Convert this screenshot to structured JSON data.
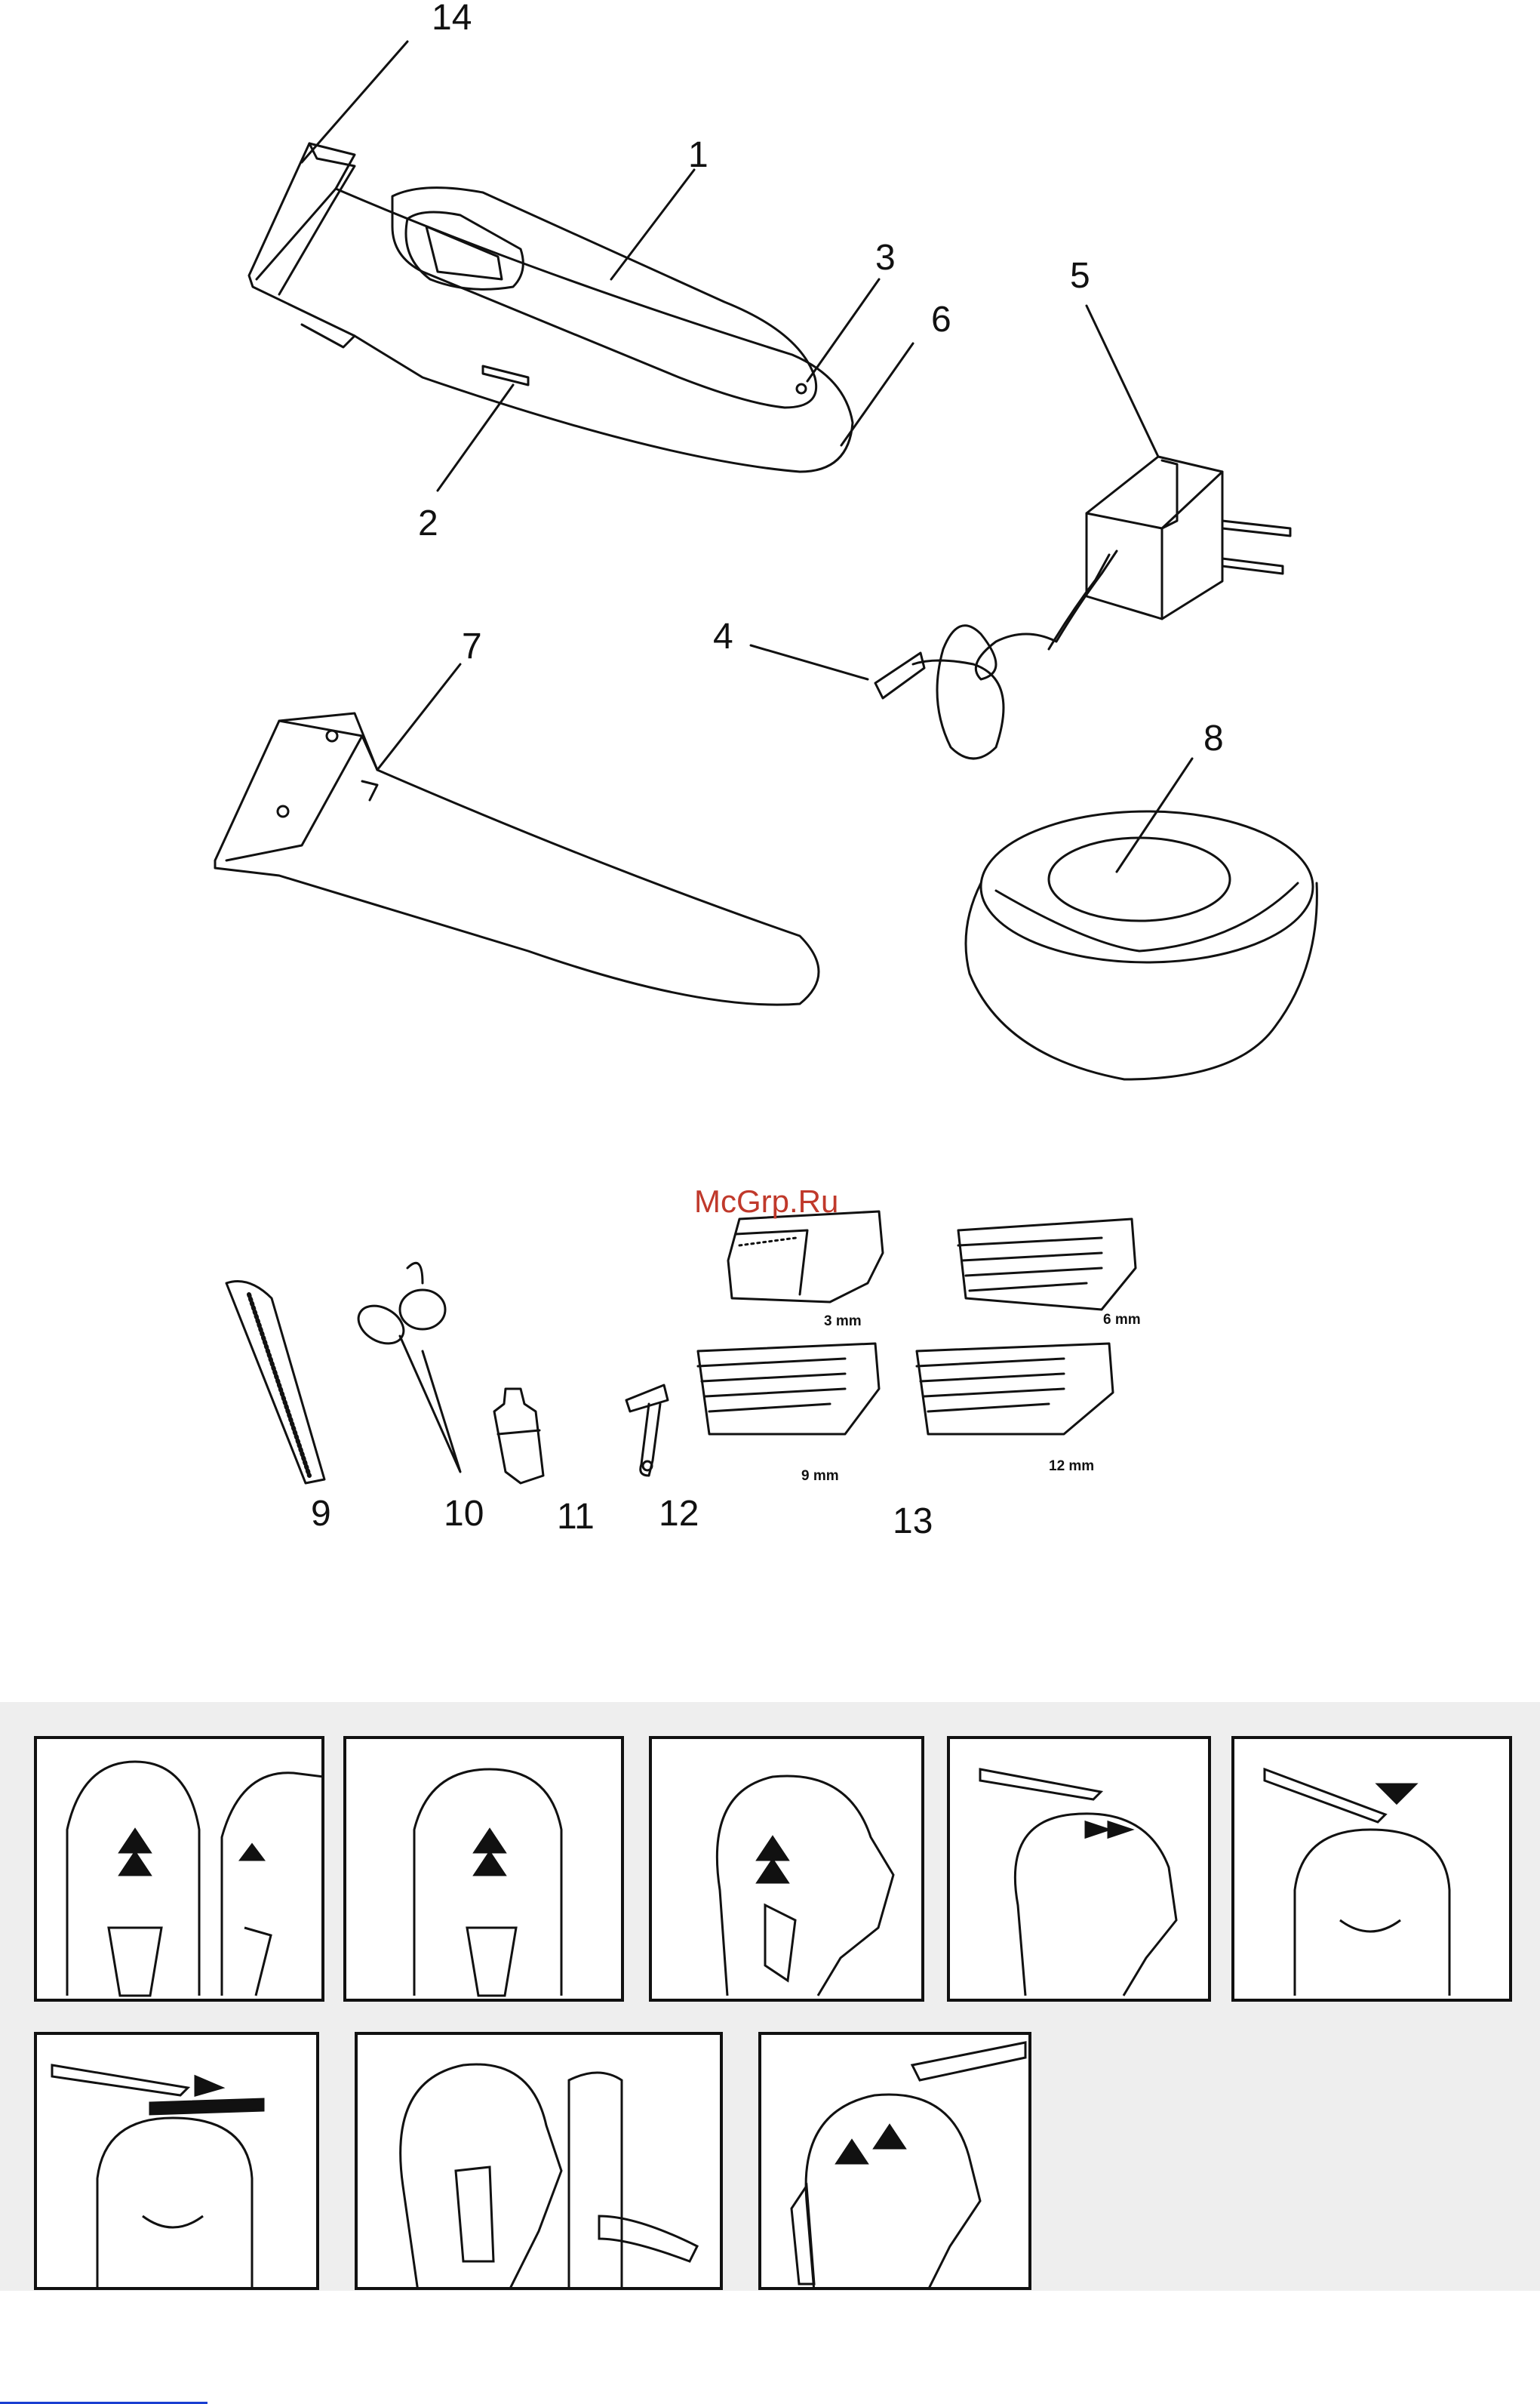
{
  "labels": {
    "l1": "1",
    "l2": "2",
    "l3": "3",
    "l4": "4",
    "l5": "5",
    "l6": "6",
    "l7": "7",
    "l8": "8",
    "l9": "9",
    "l10": "10",
    "l11": "11",
    "l12": "12",
    "l13": "13",
    "l14": "14"
  },
  "watermark": "McGrp.Ru",
  "comb_sizes": {
    "a": "3 mm",
    "b": "6 mm",
    "c": "9 mm",
    "d": "12 mm"
  }
}
